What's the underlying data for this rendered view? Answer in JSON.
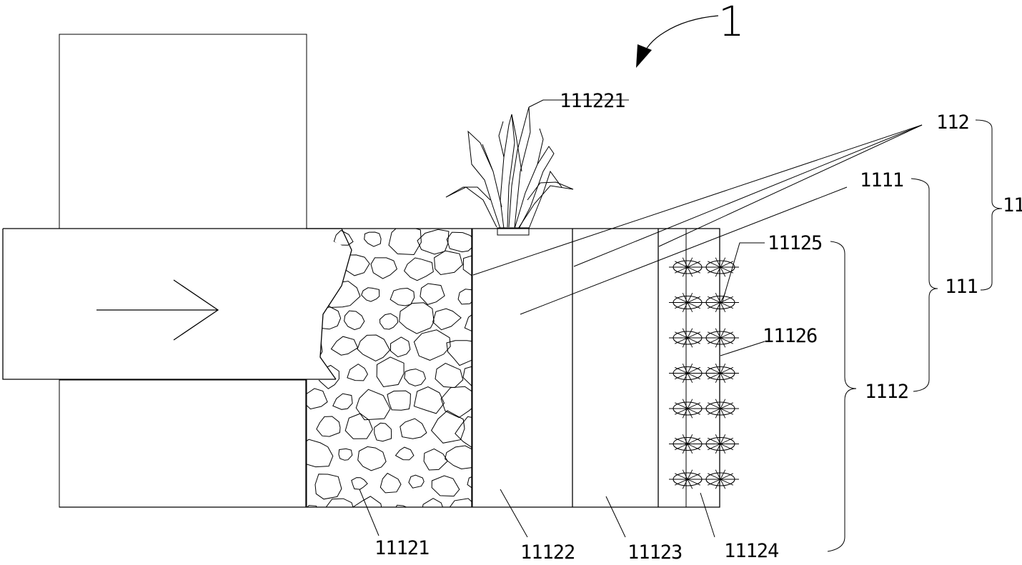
{
  "figure_number": "1",
  "labels": {
    "l_111221": "111221",
    "l_112": "112",
    "l_1111": "1111",
    "l_11125": "11125",
    "l_111": "111",
    "l_11": "11",
    "l_11126": "11126",
    "l_1112": "1112",
    "l_11121": "11121",
    "l_11122": "11122",
    "l_11123": "11123",
    "l_11124": "11124"
  },
  "colors": {
    "ink": "#000000",
    "background": "#ffffff"
  }
}
